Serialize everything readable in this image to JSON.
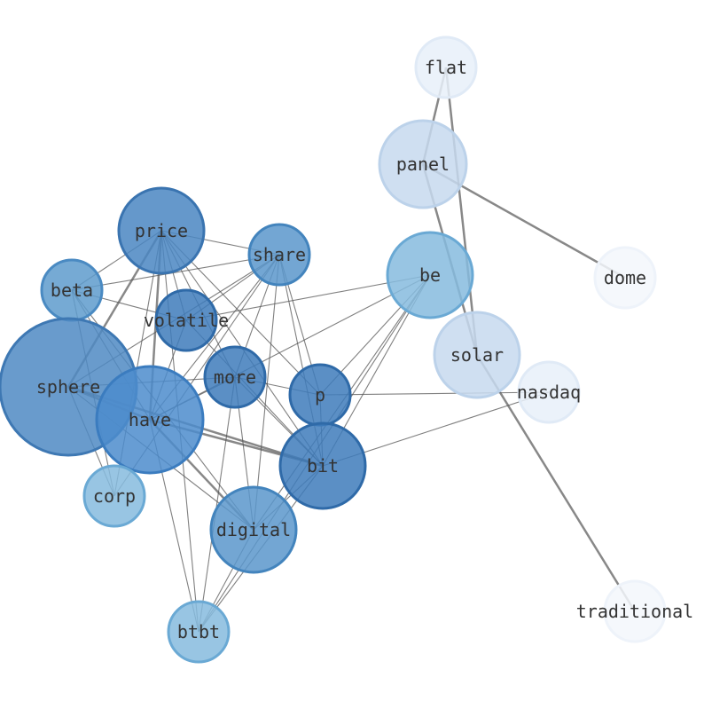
{
  "graph": {
    "nodes": [
      {
        "id": "flat",
        "label": "flat",
        "color": "#e8f0f9",
        "stroke": "#e0eaf6"
      },
      {
        "id": "panel",
        "label": "panel",
        "color": "#c7d9ee",
        "stroke": "#bcd2ea"
      },
      {
        "id": "dome",
        "label": "dome",
        "color": "#f3f7fc",
        "stroke": "#eef3fa"
      },
      {
        "id": "be",
        "label": "be",
        "color": "#86bbde",
        "stroke": "#6aa9d4"
      },
      {
        "id": "solar",
        "label": "solar",
        "color": "#c7d9ee",
        "stroke": "#bcd2ea"
      },
      {
        "id": "nasdaq",
        "label": "nasdaq",
        "color": "#e8f0f9",
        "stroke": "#e0eaf6"
      },
      {
        "id": "traditional",
        "label": "traditional",
        "color": "#f3f7fc",
        "stroke": "#eef3fa"
      },
      {
        "id": "price",
        "label": "price",
        "color": "#4a86c2",
        "stroke": "#3a74b0"
      },
      {
        "id": "share",
        "label": "share",
        "color": "#5a97cb",
        "stroke": "#4384bd"
      },
      {
        "id": "beta",
        "label": "beta",
        "color": "#5e9bcd",
        "stroke": "#4a8ac2"
      },
      {
        "id": "volatile",
        "label": "volatile",
        "color": "#3e7bbb",
        "stroke": "#2f6aa8"
      },
      {
        "id": "sphere",
        "label": "sphere",
        "color": "#4f89c3",
        "stroke": "#3e78b3"
      },
      {
        "id": "more",
        "label": "more",
        "color": "#3e7bbb",
        "stroke": "#2f6aa8"
      },
      {
        "id": "p",
        "label": "p",
        "color": "#3e7bbb",
        "stroke": "#2f6aa8"
      },
      {
        "id": "have",
        "label": "have",
        "color": "#4c8ccc",
        "stroke": "#3b7cbf"
      },
      {
        "id": "bit",
        "label": "bit",
        "color": "#3e7bbb",
        "stroke": "#2f6aa8"
      },
      {
        "id": "corp",
        "label": "corp",
        "color": "#86bbde",
        "stroke": "#6aa9d4"
      },
      {
        "id": "digital",
        "label": "digital",
        "color": "#5a97cb",
        "stroke": "#4384bd"
      },
      {
        "id": "btbt",
        "label": "btbt",
        "color": "#86bbde",
        "stroke": "#6aa9d4"
      }
    ],
    "edges": [
      {
        "source": "flat",
        "target": "panel",
        "weight": 3
      },
      {
        "source": "flat",
        "target": "solar",
        "weight": 3
      },
      {
        "source": "panel",
        "target": "solar",
        "weight": 3
      },
      {
        "source": "panel",
        "target": "dome",
        "weight": 3
      },
      {
        "source": "solar",
        "target": "traditional",
        "weight": 3
      },
      {
        "source": "price",
        "target": "share",
        "weight": 1
      },
      {
        "source": "price",
        "target": "beta",
        "weight": 1
      },
      {
        "source": "price",
        "target": "volatile",
        "weight": 1
      },
      {
        "source": "price",
        "target": "sphere",
        "weight": 3
      },
      {
        "source": "price",
        "target": "have",
        "weight": 3
      },
      {
        "source": "price",
        "target": "more",
        "weight": 1
      },
      {
        "source": "price",
        "target": "p",
        "weight": 1
      },
      {
        "source": "price",
        "target": "bit",
        "weight": 1
      },
      {
        "source": "price",
        "target": "corp",
        "weight": 1
      },
      {
        "source": "price",
        "target": "btbt",
        "weight": 1
      },
      {
        "source": "share",
        "target": "beta",
        "weight": 1
      },
      {
        "source": "share",
        "target": "volatile",
        "weight": 1
      },
      {
        "source": "share",
        "target": "sphere",
        "weight": 1
      },
      {
        "source": "share",
        "target": "have",
        "weight": 1
      },
      {
        "source": "share",
        "target": "more",
        "weight": 1
      },
      {
        "source": "share",
        "target": "p",
        "weight": 1
      },
      {
        "source": "share",
        "target": "bit",
        "weight": 1
      },
      {
        "source": "share",
        "target": "digital",
        "weight": 1
      },
      {
        "source": "share",
        "target": "corp",
        "weight": 1
      },
      {
        "source": "beta",
        "target": "volatile",
        "weight": 1
      },
      {
        "source": "beta",
        "target": "have",
        "weight": 1
      },
      {
        "source": "beta",
        "target": "corp",
        "weight": 1
      },
      {
        "source": "beta",
        "target": "digital",
        "weight": 1
      },
      {
        "source": "volatile",
        "target": "be",
        "weight": 1
      },
      {
        "source": "volatile",
        "target": "bit",
        "weight": 1
      },
      {
        "source": "volatile",
        "target": "have",
        "weight": 1
      },
      {
        "source": "sphere",
        "target": "have",
        "weight": 3
      },
      {
        "source": "sphere",
        "target": "bit",
        "weight": 3
      },
      {
        "source": "sphere",
        "target": "digital",
        "weight": 1
      },
      {
        "source": "sphere",
        "target": "corp",
        "weight": 1
      },
      {
        "source": "sphere",
        "target": "more",
        "weight": 1
      },
      {
        "source": "have",
        "target": "bit",
        "weight": 3
      },
      {
        "source": "have",
        "target": "digital",
        "weight": 3
      },
      {
        "source": "have",
        "target": "be",
        "weight": 1
      },
      {
        "source": "have",
        "target": "more",
        "weight": 1
      },
      {
        "source": "have",
        "target": "btbt",
        "weight": 1
      },
      {
        "source": "more",
        "target": "p",
        "weight": 1
      },
      {
        "source": "more",
        "target": "bit",
        "weight": 1
      },
      {
        "source": "more",
        "target": "digital",
        "weight": 1
      },
      {
        "source": "more",
        "target": "btbt",
        "weight": 1
      },
      {
        "source": "p",
        "target": "nasdaq",
        "weight": 1
      },
      {
        "source": "p",
        "target": "bit",
        "weight": 1
      },
      {
        "source": "p",
        "target": "be",
        "weight": 1
      },
      {
        "source": "bit",
        "target": "nasdaq",
        "weight": 1
      },
      {
        "source": "bit",
        "target": "be",
        "weight": 1
      },
      {
        "source": "bit",
        "target": "digital",
        "weight": 1
      },
      {
        "source": "bit",
        "target": "btbt",
        "weight": 1
      },
      {
        "source": "be",
        "target": "digital",
        "weight": 1
      },
      {
        "source": "be",
        "target": "btbt",
        "weight": 1
      },
      {
        "source": "digital",
        "target": "btbt",
        "weight": 1
      }
    ]
  }
}
